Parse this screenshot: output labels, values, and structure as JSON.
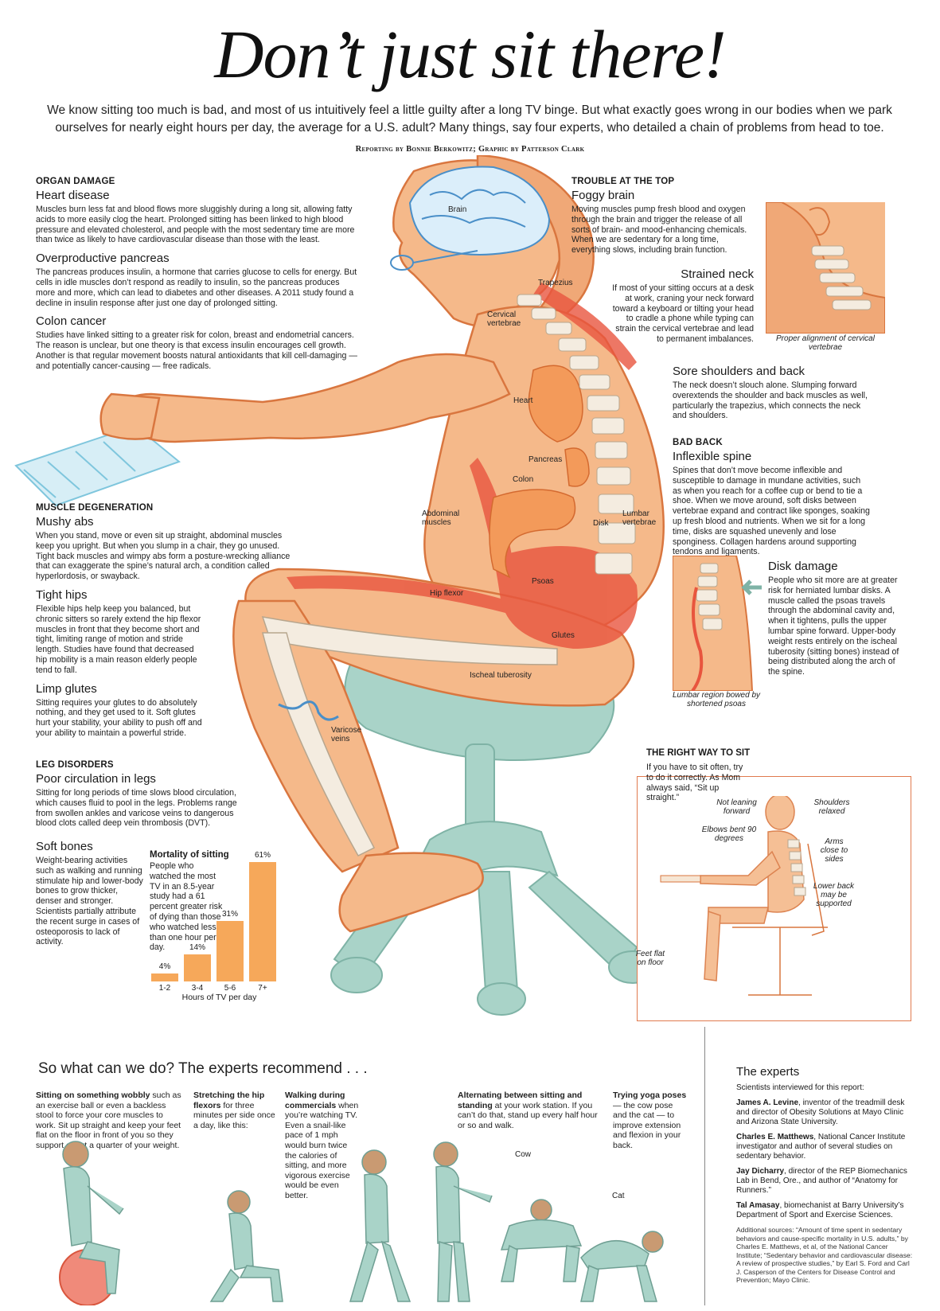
{
  "title": "Don’t just sit there!",
  "intro": "We know sitting too much is bad, and most of us intuitively feel a little guilty after a long TV binge. But what exactly goes wrong in our bodies when we park ourselves for nearly eight hours per day, the average for a U.S. adult? Many things, say four experts, who detailed a chain of problems from head to toe.",
  "byline": "Reporting by Bonnie Berkowitz; Graphic by Patterson Clark",
  "organ_damage": {
    "heading": "ORGAN DAMAGE",
    "items": [
      {
        "title": "Heart disease",
        "text": "Muscles burn less fat and blood flows more sluggishly during a long sit, allowing fatty acids to more easily clog the heart. Prolonged sitting has been linked to high blood pressure and elevated cholesterol, and people with the most sedentary time are more than twice as likely to have cardiovascular disease than those with the least."
      },
      {
        "title": "Overproductive pancreas",
        "text": "The pancreas produces insulin, a hormone that carries glucose to cells for energy. But cells in idle muscles don’t respond as readily to insulin, so the pancreas produces more and more, which can lead to diabetes and other diseases. A 2011 study found a decline in insulin response after just one day of prolonged sitting."
      },
      {
        "title": "Colon cancer",
        "text": "Studies have linked sitting to a greater risk for colon, breast and endometrial cancers. The reason is unclear, but one theory is that excess insulin encourages cell growth. Another is that regular movement boosts natural antioxidants that kill cell-damaging — and potentially cancer-causing — free radicals."
      }
    ]
  },
  "muscle_degeneration": {
    "heading": "MUSCLE DEGENERATION",
    "items": [
      {
        "title": "Mushy abs",
        "text": "When you stand, move or even sit up straight, abdominal muscles keep you upright. But when you slump in a chair, they go unused. Tight back muscles and wimpy abs form a posture-wrecking alliance that can exaggerate the spine’s natural arch, a condition called hyperlordosis, or swayback."
      },
      {
        "title": "Tight hips",
        "text": "Flexible hips help keep you balanced, but chronic sitters so rarely extend the hip flexor muscles in front that they become short and tight, limiting range of motion and stride length. Studies have found that decreased hip mobility is a main reason elderly people tend to fall."
      },
      {
        "title": "Limp glutes",
        "text": "Sitting requires your glutes to do absolutely nothing, and they get used to it. Soft glutes hurt your stability, your ability to push off and your ability to maintain a powerful stride."
      }
    ]
  },
  "leg_disorders": {
    "heading": "LEG DISORDERS",
    "items": [
      {
        "title": "Poor circulation in legs",
        "text": "Sitting for long periods of time slows blood circulation, which causes fluid to pool in the legs. Problems range from swollen ankles and varicose veins to dangerous blood clots called deep vein thrombosis (DVT)."
      },
      {
        "title": "Soft bones",
        "text": "Weight-bearing activities such as walking and running stimulate hip and lower-body bones to grow thicker, denser and stronger. Scientists partially attribute the recent surge in cases of osteoporosis to lack of activity."
      }
    ]
  },
  "trouble_top": {
    "heading": "TROUBLE AT THE TOP",
    "items": [
      {
        "title": "Foggy brain",
        "text": "Moving muscles pump fresh blood and oxygen through the brain and trigger the release of all sorts of brain- and mood-enhancing chemicals. When we are sedentary for a long time, everything slows, including brain function."
      },
      {
        "title": "Strained neck",
        "text": "If most of your sitting occurs at a desk at work, craning your neck forward toward a keyboard or tilting your head to cradle a phone while typing can strain the cervical vertebrae and lead to permanent imbalances."
      },
      {
        "title": "Sore shoulders and back",
        "text": "The neck doesn’t slouch alone. Slumping forward overextends the shoulder and back muscles as well, particularly the trapezius, which connects the neck and shoulders."
      }
    ],
    "neck_caption": "Proper alignment of cervical  vertebrae"
  },
  "bad_back": {
    "heading": "BAD BACK",
    "items": [
      {
        "title": "Inflexible spine",
        "text": "Spines that don’t move become inflexible and susceptible to damage in mundane activities, such as when you reach for a coffee cup or bend to tie a shoe. When we move around, soft disks between vertebrae expand and contract like sponges, soaking up fresh blood and nutrients. When we sit for a long time, disks are squashed unevenly and lose sponginess. Collagen hardens around supporting tendons and ligaments."
      },
      {
        "title": "Disk damage",
        "text": "People who sit more are at greater risk for herniated lumbar disks. A muscle called the psoas travels through the abdominal cavity and, when it tightens, pulls the upper lumbar spine forward. Upper-body weight rests entirely on the ischeal tuberosity (sitting bones) instead of being distributed along the arch of the spine."
      }
    ],
    "disk_caption": "Lumbar region bowed by shortened psoas"
  },
  "body_labels": {
    "brain": "Brain",
    "trapezius": "Trapezius",
    "cervical": "Cervical vertebrae",
    "heart": "Heart",
    "pancreas": "Pancreas",
    "colon": "Colon",
    "abdominal": "Abdominal muscles",
    "disk": "Disk",
    "lumbar": "Lumbar vertebrae",
    "psoas": "Psoas",
    "hip_flexor": "Hip flexor",
    "glutes": "Glutes",
    "ischeal": "Ischeal tuberosity",
    "varicose": "Varicose veins"
  },
  "right_way": {
    "heading": "THE RIGHT WAY TO SIT",
    "text": "If you have to sit often, try to do it correctly. As Mom always said, “Sit up straight.”",
    "labels": {
      "not_leaning": "Not leaning forward",
      "shoulders": "Shoulders relaxed",
      "elbows": "Elbows bent 90 degrees",
      "arms": "Arms close to sides",
      "lower_back": "Lower back may be supported",
      "feet": "Feet flat on floor"
    }
  },
  "chart_data": {
    "type": "bar",
    "title": "Mortality of sitting",
    "description": "People who watched the most TV in an 8.5-year study had a 61 percent greater risk of dying than those who watched less than one hour per day.",
    "categories": [
      "1-2",
      "3-4",
      "5-6",
      "7+"
    ],
    "values": [
      4,
      14,
      31,
      61
    ],
    "value_labels": [
      "4%",
      "14%",
      "31%",
      "61%"
    ],
    "xlabel": "Hours of TV per day",
    "ylabel": "",
    "ylim": [
      0,
      61
    ],
    "grid": false,
    "bar_color": "#f6a85a"
  },
  "recommend": {
    "heading": "So what can we do? The experts recommend . . .",
    "items": [
      {
        "bold": "Sitting on something wobbly",
        "text": " such as an exercise ball or even a backless stool to force your core muscles to work. Sit up straight and keep your feet flat on the floor in front of you so they support about a quarter of your weight."
      },
      {
        "bold": "Stretching the hip flexors",
        "text": " for three minutes per side once a day, like this:"
      },
      {
        "bold": "Walking during commercials",
        "text": " when you’re watching TV. Even a snail-like pace of 1 mph would burn twice the calories of sitting, and more vigorous exercise would be even better."
      },
      {
        "bold": "Alternating between sitting and standing",
        "text": " at your work station. If you can’t do that, stand up every half hour or so and walk."
      },
      {
        "bold": "Trying yoga poses",
        "text": " — the cow pose and the cat — to improve extension and flexion in your back."
      }
    ],
    "cow": "Cow",
    "cat": "Cat"
  },
  "experts": {
    "heading": "The experts",
    "intro": "Scientists interviewed for this report:",
    "people": [
      {
        "name": "James A. Levine",
        "desc": ", inventor of the treadmill desk and director of Obesity Solutions at Mayo Clinic and Arizona State University."
      },
      {
        "name": "Charles E. Matthews",
        "desc": ", National Cancer Institute investigator and author of several studies on sedentary behavior."
      },
      {
        "name": "Jay Dicharry",
        "desc": ", director of the REP Biomechanics Lab in Bend, Ore., and author of “Anatomy for Runners.”"
      },
      {
        "name": "Tal Amasay",
        "desc": ", biomechanist at Barry University’s Department of Sport and Exercise Sciences."
      }
    ],
    "sources": "Additional sources: “Amount of time spent in sedentary behaviors and cause-specific mortality in U.S. adults,” by Charles E. Matthews, et al, of the National Cancer Institute; “Sedentary behavior and cardiovascular disease: A review of prospective studies,” by Earl S. Ford and Carl J. Casperson of the Centers for Disease Control and Prevention; Mayo Clinic."
  },
  "colors": {
    "skin": "#f5b98a",
    "muscle": "#e8553e",
    "outline": "#d9763f",
    "chair": "#a9d3c8",
    "brain": "#4a8fc8",
    "bone": "#f4ece0"
  }
}
